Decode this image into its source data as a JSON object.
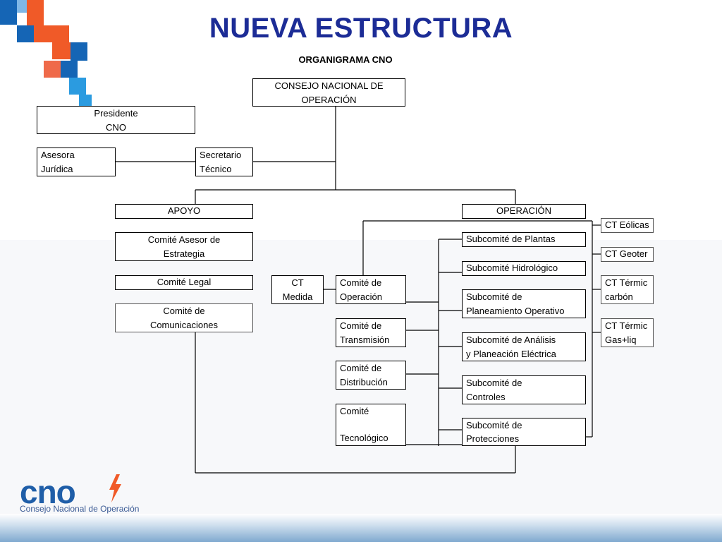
{
  "slide": {
    "title": "NUEVA ESTRUCTURA",
    "subtitle": "ORGANIGRAMA CNO"
  },
  "nodes": {
    "consejo": "CONSEJO NACIONAL DE\nOPERACIÓN",
    "presidente": "Presidente\nCNO",
    "asesora": "Asesora\nJurídica",
    "secretario": "Secretario\nTécnico",
    "apoyo": "APOYO",
    "operacion": "OPERACIÓN",
    "comite_asesor": "Comité Asesor de\nEstrategia",
    "comite_legal": "Comité Legal",
    "comite_comunicaciones": "Comité de\nComunicaciones",
    "ct_medida": "CT\nMedida",
    "comite_operacion": "Comité de\nOperación",
    "comite_transmision": "Comité de\nTransmisión",
    "comite_distribucion": "Comité de\nDistribución",
    "comite_tecnologico": "Comité\n\nTecnológico",
    "sub_plantas": "Subcomité de Plantas",
    "sub_hidrologico": "Subcomité Hidrológico",
    "sub_planeamiento": "Subcomité de\nPlaneamiento Operativo",
    "sub_analisis": "Subcomité de Análisis\ny Planeación Eléctrica",
    "sub_controles": "Subcomité de\nControles",
    "sub_protecciones": "Subcomité de\nProtecciones",
    "ct_eolicas": "CT Eólicas",
    "ct_geoter": "CT Geoter",
    "ct_carbon": "CT Térmic\ncarbón",
    "ct_gas": "CT Térmic\nGas+liq"
  },
  "logo": {
    "wordmark": "cno",
    "caption": "Consejo Nacional de Operación"
  },
  "colors": {
    "title": "#1c2c96",
    "logo_blue": "#1f5ea8",
    "logo_orange": "#f05a28",
    "deco_blue": "#1565b5",
    "deco_orange": "#f05a28",
    "deco_light": "#2b9be0"
  }
}
